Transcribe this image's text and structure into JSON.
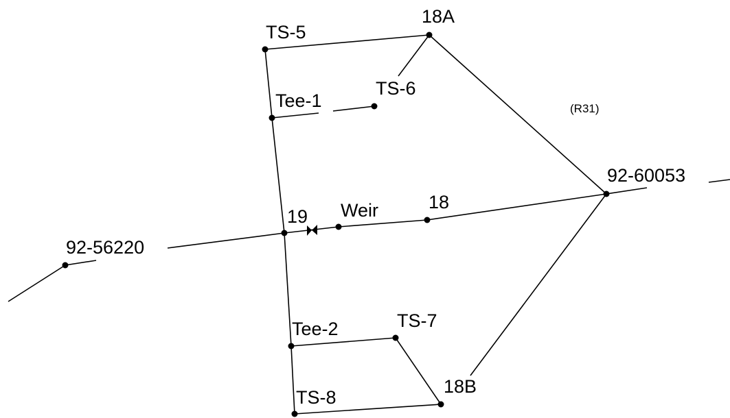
{
  "diagram": {
    "region_label": "(R31)",
    "nodes": [
      {
        "id": "TS-5",
        "label": "TS-5"
      },
      {
        "id": "18A",
        "label": "18A"
      },
      {
        "id": "TS-6",
        "label": "TS-6"
      },
      {
        "id": "Tee-1",
        "label": "Tee-1"
      },
      {
        "id": "92-60053",
        "label": "92-60053"
      },
      {
        "id": "19",
        "label": "19"
      },
      {
        "id": "Weir",
        "label": "Weir"
      },
      {
        "id": "18",
        "label": "18"
      },
      {
        "id": "92-56220",
        "label": "92-56220"
      },
      {
        "id": "Tee-2",
        "label": "Tee-2"
      },
      {
        "id": "TS-7",
        "label": "TS-7"
      },
      {
        "id": "18B",
        "label": "18B"
      },
      {
        "id": "TS-8",
        "label": "TS-8"
      }
    ],
    "links": [
      [
        "TS-5",
        "18A"
      ],
      [
        "TS-5",
        "Tee-1"
      ],
      [
        "18A",
        "TS-6"
      ],
      [
        "Tee-1",
        "TS-6"
      ],
      [
        "18A",
        "92-60053"
      ],
      [
        "Tee-1",
        "19"
      ],
      [
        "92-56220",
        "19"
      ],
      [
        "19",
        "Weir"
      ],
      [
        "Weir",
        "18"
      ],
      [
        "18",
        "92-60053"
      ],
      [
        "19",
        "Tee-2"
      ],
      [
        "Tee-2",
        "TS-7"
      ],
      [
        "TS-7",
        "18B"
      ],
      [
        "92-60053",
        "18B"
      ],
      [
        "Tee-2",
        "TS-8"
      ],
      [
        "TS-8",
        "18B"
      ]
    ],
    "valve_between": [
      "19",
      "Weir"
    ]
  }
}
